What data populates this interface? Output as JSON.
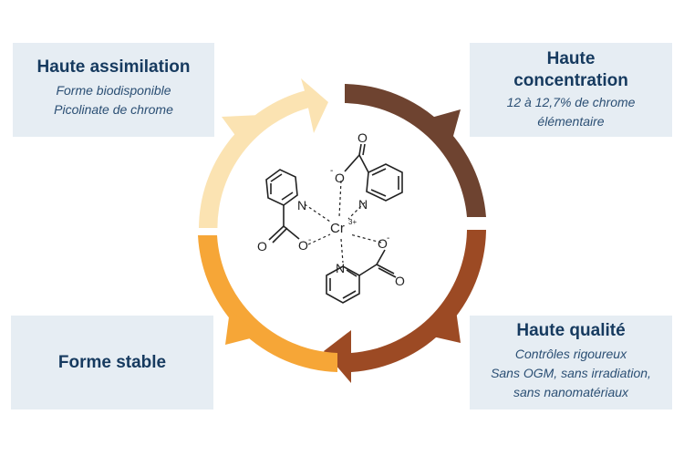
{
  "cards": {
    "top_left": {
      "title": "Haute assimilation",
      "lines": [
        "Forme biodisponible",
        "Picolinate de chrome"
      ]
    },
    "top_right": {
      "title_line1": "Haute",
      "title_line2": "concentration",
      "lines": [
        "12 à 12,7% de chrome",
        "élémentaire"
      ]
    },
    "bottom_left": {
      "title": "Forme stable"
    },
    "bottom_right": {
      "title": "Haute qualité",
      "lines": [
        "Contrôles rigoureux",
        "Sans OGM, sans irradiation,",
        "sans nanomatériaux"
      ]
    }
  },
  "molecule": {
    "center": "Cr",
    "charge": "3+",
    "atoms": [
      "N",
      "N",
      "N",
      "O",
      "O",
      "O",
      "O",
      "O",
      "O"
    ],
    "anion_sign": "-"
  },
  "colors": {
    "arc_light": "#fbe3b2",
    "arc_brown": "#6e4330",
    "arc_rust": "#9c4a24",
    "arc_orange": "#f6a637",
    "card_bg": "#e6edf3",
    "title_color": "#163a5f"
  }
}
